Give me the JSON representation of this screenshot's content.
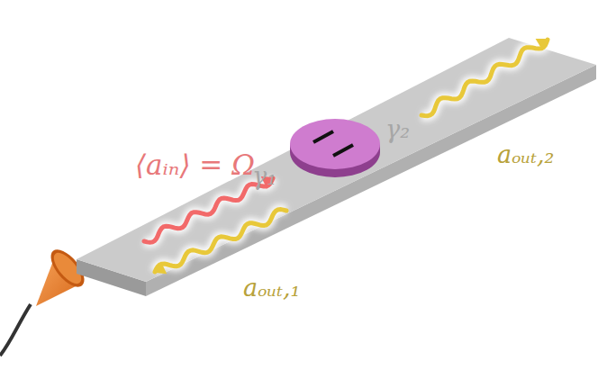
{
  "diagram": {
    "labels": [
      "⟨aᵢₙ⟩ = Ω",
      "γ₁",
      "γ₂",
      "aₒᵤₜ,₁",
      "aₒᵤₜ,₂"
    ]
  }
}
